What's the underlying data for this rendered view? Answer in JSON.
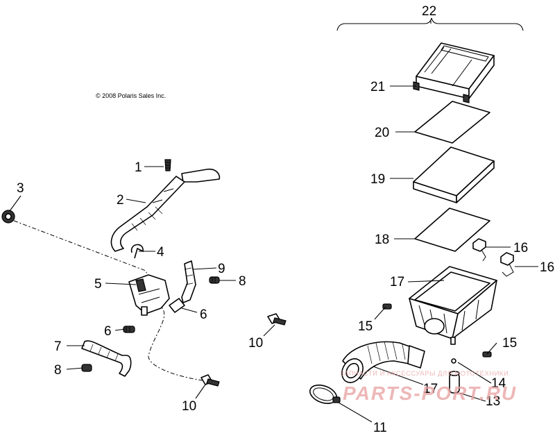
{
  "copyright": "© 2008 Polaris Sales Inc.",
  "callouts": [
    "22",
    "21",
    "20",
    "19",
    "18",
    "16",
    "16",
    "17",
    "15",
    "15",
    "14",
    "17",
    "13",
    "11",
    "1",
    "2",
    "3",
    "4",
    "5",
    "9",
    "8",
    "6",
    "6",
    "10",
    "7",
    "8",
    "10"
  ],
  "watermark": {
    "tagline": "ЗАПЧАСТИ И АКСЕССУАРЫ ДЛЯ МОТОТЕХНИКИ",
    "brand": "PARTS-PORT.RU",
    "color": "#e8a0a0"
  }
}
